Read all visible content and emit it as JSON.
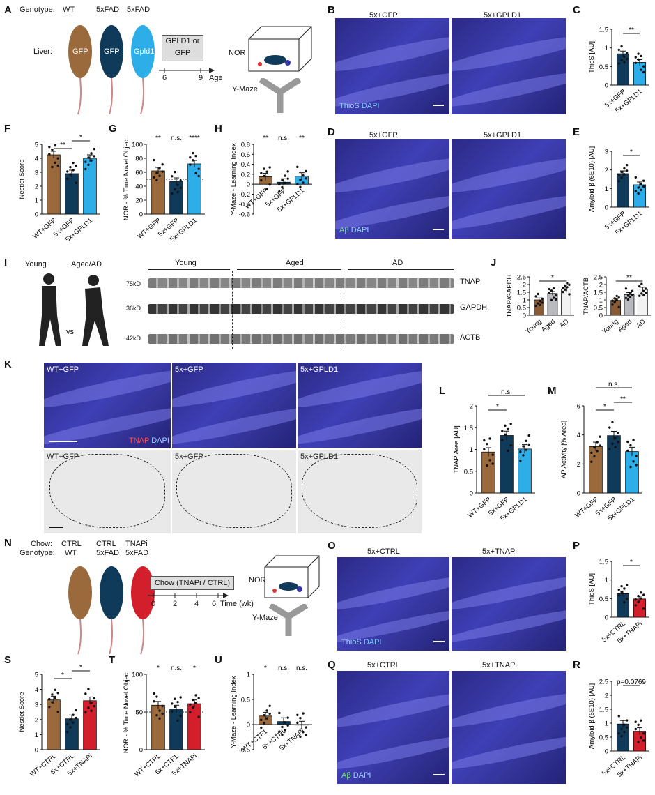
{
  "panels": {
    "A": "A",
    "B": "B",
    "C": "C",
    "D": "D",
    "E": "E",
    "F": "F",
    "G": "G",
    "H": "H",
    "I": "I",
    "J": "J",
    "K": "K",
    "L": "L",
    "M": "M",
    "N": "N",
    "O": "O",
    "P": "P",
    "Q": "Q",
    "R": "R",
    "S": "S",
    "T": "T",
    "U": "U"
  },
  "panelA": {
    "genotype_label": "Genotype:",
    "genotypes": [
      "WT",
      "5xFAD",
      "5xFAD"
    ],
    "liver_label": "Liver:",
    "liver": [
      "GFP",
      "GFP",
      "Gpld1"
    ],
    "treatment": "GPLD1 or GFP",
    "ticks": [
      "6",
      "9"
    ],
    "age": "Age",
    "nor": "NOR",
    "ymaze": "Y-Maze"
  },
  "panelN": {
    "chow_label": "Chow:",
    "chow": [
      "CTRL",
      "CTRL",
      "TNAPi"
    ],
    "genotype_label": "Genotype:",
    "genotypes": [
      "WT",
      "5xFAD",
      "5xFAD"
    ],
    "treatment": "Chow (TNAPi / CTRL)",
    "ticks": [
      "0",
      "2",
      "4",
      "6"
    ],
    "time": "Time (wk)",
    "nor": "NOR",
    "ymaze": "Y-Maze"
  },
  "micro": {
    "B": [
      "5x+GFP",
      "5x+GPLD1"
    ],
    "B_stain": [
      "ThioS",
      "DAPI"
    ],
    "D": [
      "5x+GFP",
      "5x+GPLD1"
    ],
    "D_stain": [
      "Aβ",
      "DAPI"
    ],
    "K_top": [
      "WT+GFP",
      "5x+GFP",
      "5x+GPLD1"
    ],
    "K_stain": [
      "TNAP",
      "DAPI"
    ],
    "K_bottom": [
      "WT+GFP",
      "5x+GFP",
      "5x+GPLD1"
    ],
    "O": [
      "5x+CTRL",
      "5x+TNAPi"
    ],
    "O_stain": [
      "ThioS",
      "DAPI"
    ],
    "Q": [
      "5x+CTRL",
      "5x+TNAPi"
    ],
    "Q_stain": [
      "Aβ",
      "DAPI"
    ]
  },
  "panelI": {
    "young": "Young",
    "aged_ad": "Aged/AD",
    "vs": "vs",
    "groups": [
      "Young",
      "Aged",
      "AD"
    ],
    "markers": [
      "75kD",
      "36kD",
      "42kD"
    ],
    "proteins": [
      "TNAP",
      "GAPDH",
      "ACTB"
    ]
  },
  "colors": {
    "wt": "#9b6a3c",
    "fx": "#103a59",
    "gpld1": "#2eaee8",
    "tnapi": "#d31f2c",
    "young": "#8a5a34",
    "aged": "#b9b9c0",
    "ad": "#f2f2f2"
  },
  "chart_data": [
    {
      "id": "C",
      "type": "bar",
      "categories": [
        "5x+GFP",
        "5x+GPLD1"
      ],
      "values": [
        0.84,
        0.61
      ],
      "ylabel": "ThioS [AU]",
      "ylim": [
        0,
        1.5
      ],
      "yticks": [
        0,
        0.5,
        1.0,
        1.5
      ],
      "sig": [
        {
          "a": 0,
          "b": 1,
          "text": "**"
        }
      ],
      "colors": [
        "#103a59",
        "#2eaee8"
      ]
    },
    {
      "id": "E",
      "type": "bar",
      "categories": [
        "5x+GFP",
        "5x+GPLD1"
      ],
      "values": [
        1.8,
        1.2
      ],
      "ylabel": "Amyloid β (6E10) [AU]",
      "ylim": [
        0,
        3
      ],
      "yticks": [
        0,
        1,
        2,
        3
      ],
      "sig": [
        {
          "a": 0,
          "b": 1,
          "text": "*"
        }
      ],
      "colors": [
        "#103a59",
        "#2eaee8"
      ]
    },
    {
      "id": "F",
      "type": "bar",
      "categories": [
        "WT+GFP",
        "5x+GFP",
        "5x+GPLD1"
      ],
      "values": [
        4.25,
        2.9,
        4.0
      ],
      "ylabel": "Nestlet Score",
      "ylim": [
        0,
        5
      ],
      "yticks": [
        0,
        1,
        2,
        3,
        4,
        5
      ],
      "sig": [
        {
          "a": 0,
          "b": 1,
          "text": "**"
        },
        {
          "a": 1,
          "b": 2,
          "text": "*"
        }
      ],
      "colors": [
        "#9b6a3c",
        "#103a59",
        "#2eaee8"
      ]
    },
    {
      "id": "G",
      "type": "bar",
      "categories": [
        "WT+GFP",
        "5x+GFP",
        "5x+GPLD1"
      ],
      "values": [
        62,
        47,
        72
      ],
      "ylabel": "NOR - % Time  Novel Object",
      "ylim": [
        0,
        100
      ],
      "yticks": [
        0,
        20,
        40,
        60,
        80,
        100
      ],
      "ref": 50,
      "top": [
        "**",
        "n.s.",
        "****"
      ],
      "colors": [
        "#9b6a3c",
        "#103a59",
        "#2eaee8"
      ]
    },
    {
      "id": "H",
      "type": "bar",
      "categories": [
        "WT+GFP",
        "5x+GFP",
        "5x+GPLD1"
      ],
      "values": [
        0.15,
        0.04,
        0.16
      ],
      "ylabel": "Y-Maze - Learning Index",
      "ylim": [
        -0.6,
        0.8
      ],
      "yticks": [
        -0.6,
        -0.4,
        -0.2,
        0.0,
        0.2,
        0.4,
        0.6,
        0.8
      ],
      "ref": 0,
      "top": [
        "**",
        "n.s.",
        "**"
      ],
      "colors": [
        "#9b6a3c",
        "#103a59",
        "#2eaee8"
      ]
    },
    {
      "id": "J1",
      "type": "bar",
      "categories": [
        "Young",
        "Aged",
        "AD"
      ],
      "values": [
        1.0,
        1.42,
        1.7
      ],
      "ylabel": "TNAP/GAPDH",
      "ylim": [
        0,
        2.5
      ],
      "yticks": [
        0,
        0.5,
        1.0,
        1.5,
        2.0,
        2.5
      ],
      "sig": [
        {
          "a": 0,
          "b": 2,
          "text": "*"
        }
      ],
      "colors": [
        "#8a5a34",
        "#b9b9c0",
        "#f2f2f2"
      ]
    },
    {
      "id": "J2",
      "type": "bar",
      "categories": [
        "Young",
        "Aged",
        "AD"
      ],
      "values": [
        0.97,
        1.35,
        1.7
      ],
      "ylabel": "TNAP/ACTB",
      "ylim": [
        0,
        2.5
      ],
      "yticks": [
        0,
        0.5,
        1.0,
        1.5,
        2.0,
        2.5
      ],
      "sig": [
        {
          "a": 0,
          "b": 2,
          "text": "**"
        }
      ],
      "colors": [
        "#8a5a34",
        "#b9b9c0",
        "#f2f2f2"
      ]
    },
    {
      "id": "L",
      "type": "bar",
      "categories": [
        "WT+GFP",
        "5x+GFP",
        "5x+GPLD1"
      ],
      "values": [
        0.94,
        1.32,
        1.01
      ],
      "ylabel": "TNAP Area [AU]",
      "ylim": [
        0,
        2
      ],
      "yticks": [
        0,
        0.5,
        1.0,
        1.5,
        2.0
      ],
      "sig": [
        {
          "a": 0,
          "b": 1,
          "text": "*"
        },
        {
          "a": 0,
          "b": 2,
          "text": "n.s."
        }
      ],
      "colors": [
        "#9b6a3c",
        "#103a59",
        "#2eaee8"
      ]
    },
    {
      "id": "M",
      "type": "bar",
      "categories": [
        "WT+GFP",
        "5x+GFP",
        "5x+GPLD1"
      ],
      "values": [
        3.2,
        3.95,
        2.85
      ],
      "ylabel": "AP Activity [% Area]",
      "ylim": [
        0,
        6
      ],
      "yticks": [
        0,
        2,
        4,
        6
      ],
      "sig": [
        {
          "a": 0,
          "b": 1,
          "text": "*"
        },
        {
          "a": 1,
          "b": 2,
          "text": "**"
        },
        {
          "a": 0,
          "b": 2,
          "text": "n.s."
        }
      ],
      "colors": [
        "#9b6a3c",
        "#103a59",
        "#2eaee8"
      ]
    },
    {
      "id": "P",
      "type": "bar",
      "categories": [
        "5x+CTRL",
        "5x+TNAPi"
      ],
      "values": [
        0.63,
        0.49
      ],
      "ylabel": "ThioS [AU]",
      "ylim": [
        0,
        1.5
      ],
      "yticks": [
        0,
        0.5,
        1.0,
        1.5
      ],
      "sig": [
        {
          "a": 0,
          "b": 1,
          "text": "*"
        }
      ],
      "colors": [
        "#103a59",
        "#d31f2c"
      ]
    },
    {
      "id": "R",
      "type": "bar",
      "categories": [
        "5x+CTRL",
        "5x+TNAPi"
      ],
      "values": [
        0.97,
        0.71
      ],
      "ylabel": "Amyloid β (6E10) [AU]",
      "ylim": [
        0,
        2.5
      ],
      "yticks": [
        0,
        0.5,
        1.0,
        1.5,
        2.0,
        2.5
      ],
      "sig": [
        {
          "a": 0,
          "b": 1,
          "text": "p=0.0769"
        }
      ],
      "colors": [
        "#103a59",
        "#d31f2c"
      ]
    },
    {
      "id": "S",
      "type": "bar",
      "categories": [
        "WT+CTRL",
        "5x+CTRL",
        "5x+TNAPi"
      ],
      "values": [
        3.3,
        2.05,
        3.25
      ],
      "ylabel": "Nestlet Score",
      "ylim": [
        0,
        5
      ],
      "yticks": [
        0,
        1,
        2,
        3,
        4,
        5
      ],
      "sig": [
        {
          "a": 0,
          "b": 1,
          "text": "*"
        },
        {
          "a": 1,
          "b": 2,
          "text": "*"
        }
      ],
      "colors": [
        "#9b6a3c",
        "#103a59",
        "#d31f2c"
      ]
    },
    {
      "id": "T",
      "type": "bar",
      "categories": [
        "WT+CTRL",
        "5x+CTRL",
        "5x+TNAPi"
      ],
      "values": [
        59,
        54,
        61
      ],
      "ylabel": "NOR - % Time Novel Object",
      "ylim": [
        0,
        100
      ],
      "yticks": [
        0,
        50,
        100
      ],
      "ref": 50,
      "top": [
        "*",
        "n.s.",
        "*"
      ],
      "colors": [
        "#9b6a3c",
        "#103a59",
        "#d31f2c"
      ]
    },
    {
      "id": "U",
      "type": "bar",
      "categories": [
        "WT+CTRL",
        "5x+CTRL",
        "5x+TNAPi"
      ],
      "values": [
        0.17,
        0.06,
        -0.01
      ],
      "ylabel": "Y-Maze - Learning Index",
      "ylim": [
        -0.5,
        1.0
      ],
      "yticks": [
        -0.5,
        0.0,
        0.5,
        1.0
      ],
      "ref": 0,
      "top": [
        "*",
        "n.s.",
        "n.s."
      ],
      "colors": [
        "#9b6a3c",
        "#103a59",
        "#d31f2c"
      ]
    }
  ]
}
